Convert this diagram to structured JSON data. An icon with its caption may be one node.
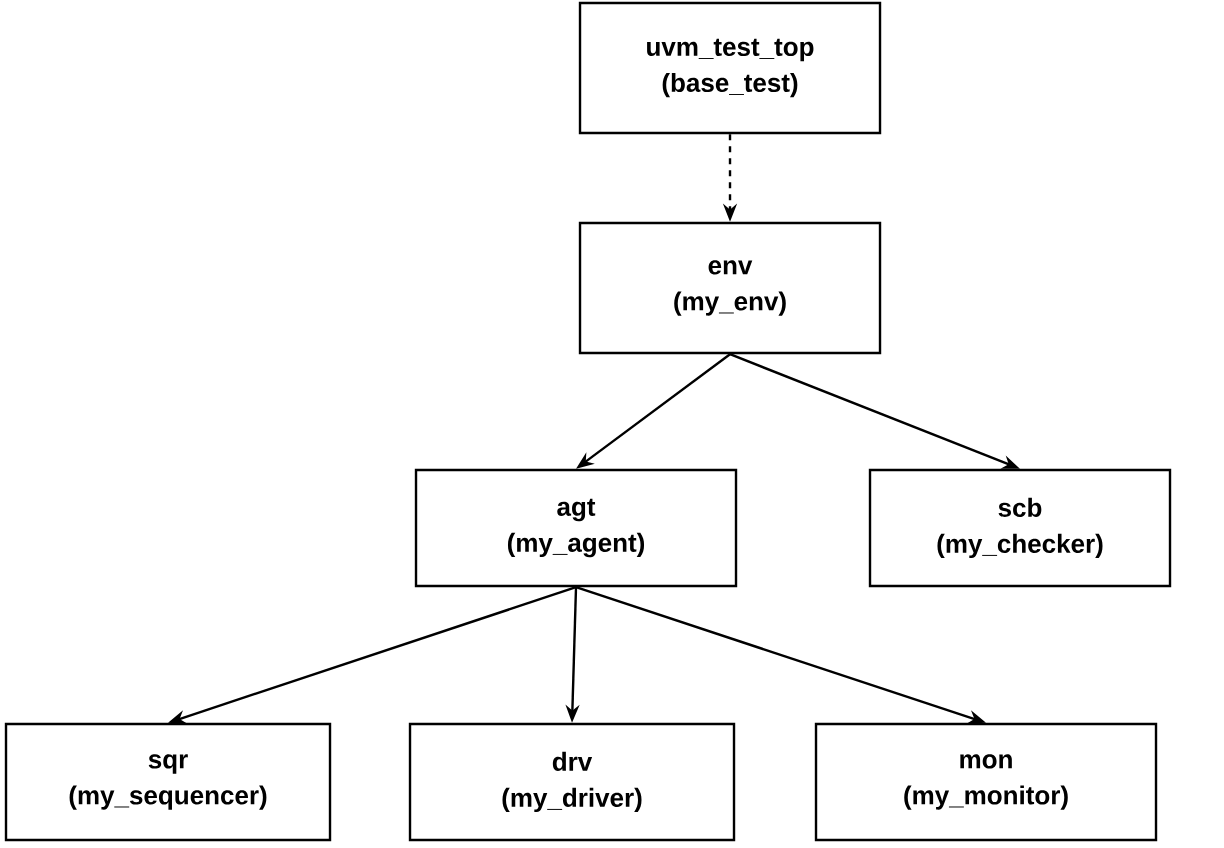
{
  "diagram": {
    "nodes": [
      {
        "text": [
          "uvm_test_top",
          "(base_test)"
        ]
      },
      {
        "text": [
          "env",
          "(my_env)"
        ]
      },
      {
        "text": [
          "agt",
          "(my_agent)"
        ]
      },
      {
        "text": [
          "scb",
          "(my_checker)"
        ]
      },
      {
        "text": [
          "sqr",
          "(my_sequencer)"
        ]
      },
      {
        "text": [
          "drv",
          "(my_driver)"
        ]
      },
      {
        "text": [
          "mon",
          "(my_monitor)"
        ]
      }
    ],
    "edges": [
      {
        "from": 0,
        "to": 1,
        "arrow": "to",
        "style": "dashed"
      },
      {
        "from": 1,
        "to": 2,
        "arrow": "to"
      },
      {
        "from": 1,
        "to": 3,
        "arrow": "to"
      },
      {
        "from": 2,
        "to": 4,
        "arrow": "to"
      },
      {
        "from": 2,
        "to": 5,
        "arrow": "to"
      },
      {
        "from": 2,
        "to": 6,
        "arrow": "to"
      }
    ]
  }
}
